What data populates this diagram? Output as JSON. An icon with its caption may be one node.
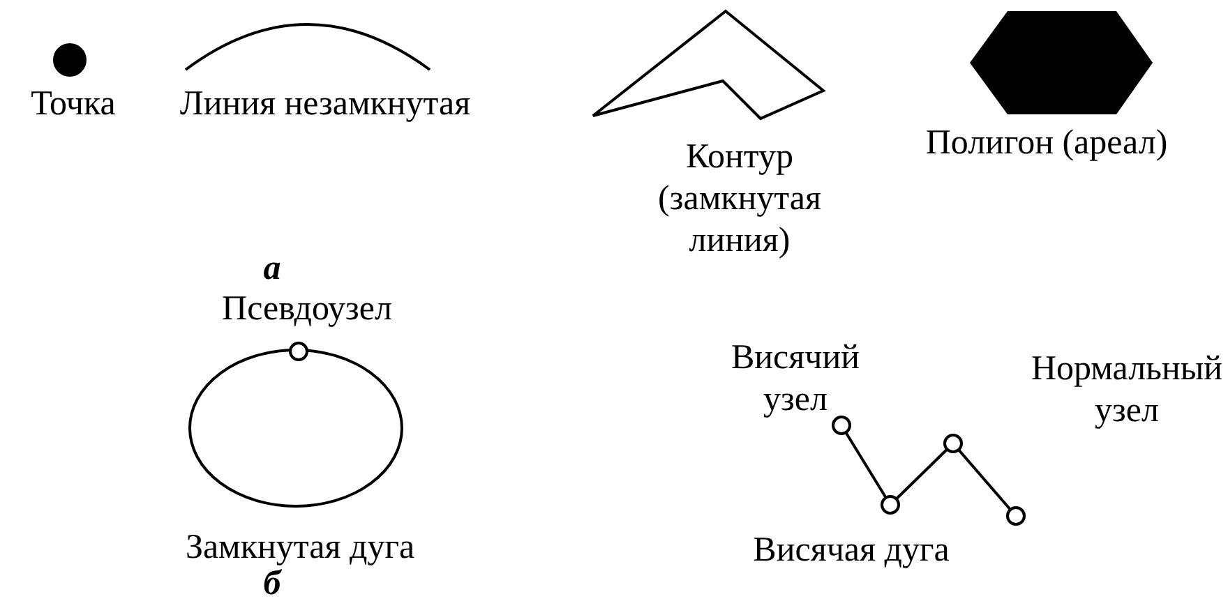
{
  "diagram": {
    "labels": [
      "Точка",
      "Линия незамкнутая",
      "Контур (замкнутая линия)",
      "Полигон (ареал)",
      "а",
      "Псевдоузел",
      "Висячий узел",
      "Нормальный узел",
      "Замкнутая дуга",
      "Висячая дуга",
      "б"
    ]
  }
}
